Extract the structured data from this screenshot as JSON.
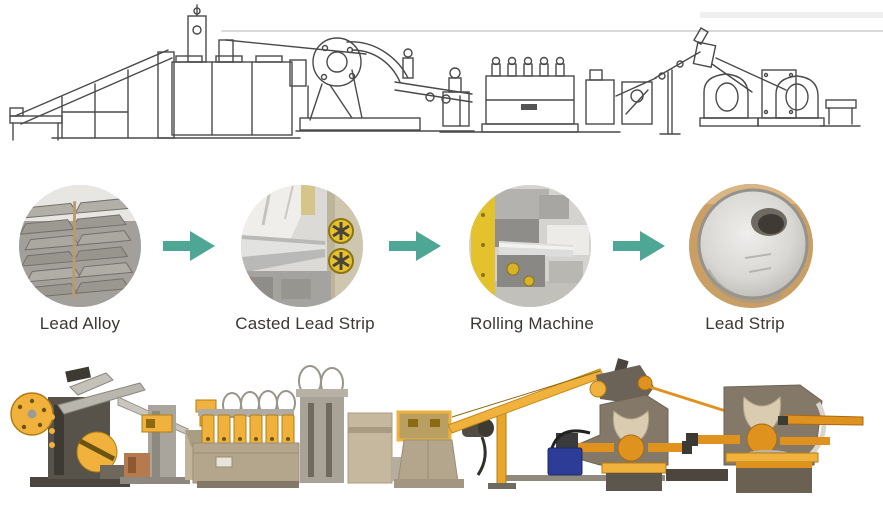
{
  "process": {
    "arrow_color": "#4EA795",
    "label_color": "#3B3733",
    "steps": [
      {
        "label": "Lead Alloy",
        "photo": "stacked-lead-alloy-ingots"
      },
      {
        "label": "Casted Lead Strip",
        "photo": "continuous-casting-machine-with-strip"
      },
      {
        "label": "Rolling Machine",
        "photo": "rolling-machine-closeup"
      },
      {
        "label": "Lead Strip",
        "photo": "finished-lead-strip-coil"
      }
    ]
  },
  "schematic": {
    "description": "technical-line-drawing-of-lead-strip-production-line",
    "stroke_color": "#4A4A4A"
  },
  "equipment_photo": {
    "description": "color-photo-of-lead-strip-rolling-line",
    "colors": {
      "yellow": "#F0B23C",
      "orange": "#E0921F",
      "tan": "#B3A68C",
      "brown": "#847869",
      "cream": "#D9CCB0",
      "blue": "#2D3C96"
    }
  }
}
